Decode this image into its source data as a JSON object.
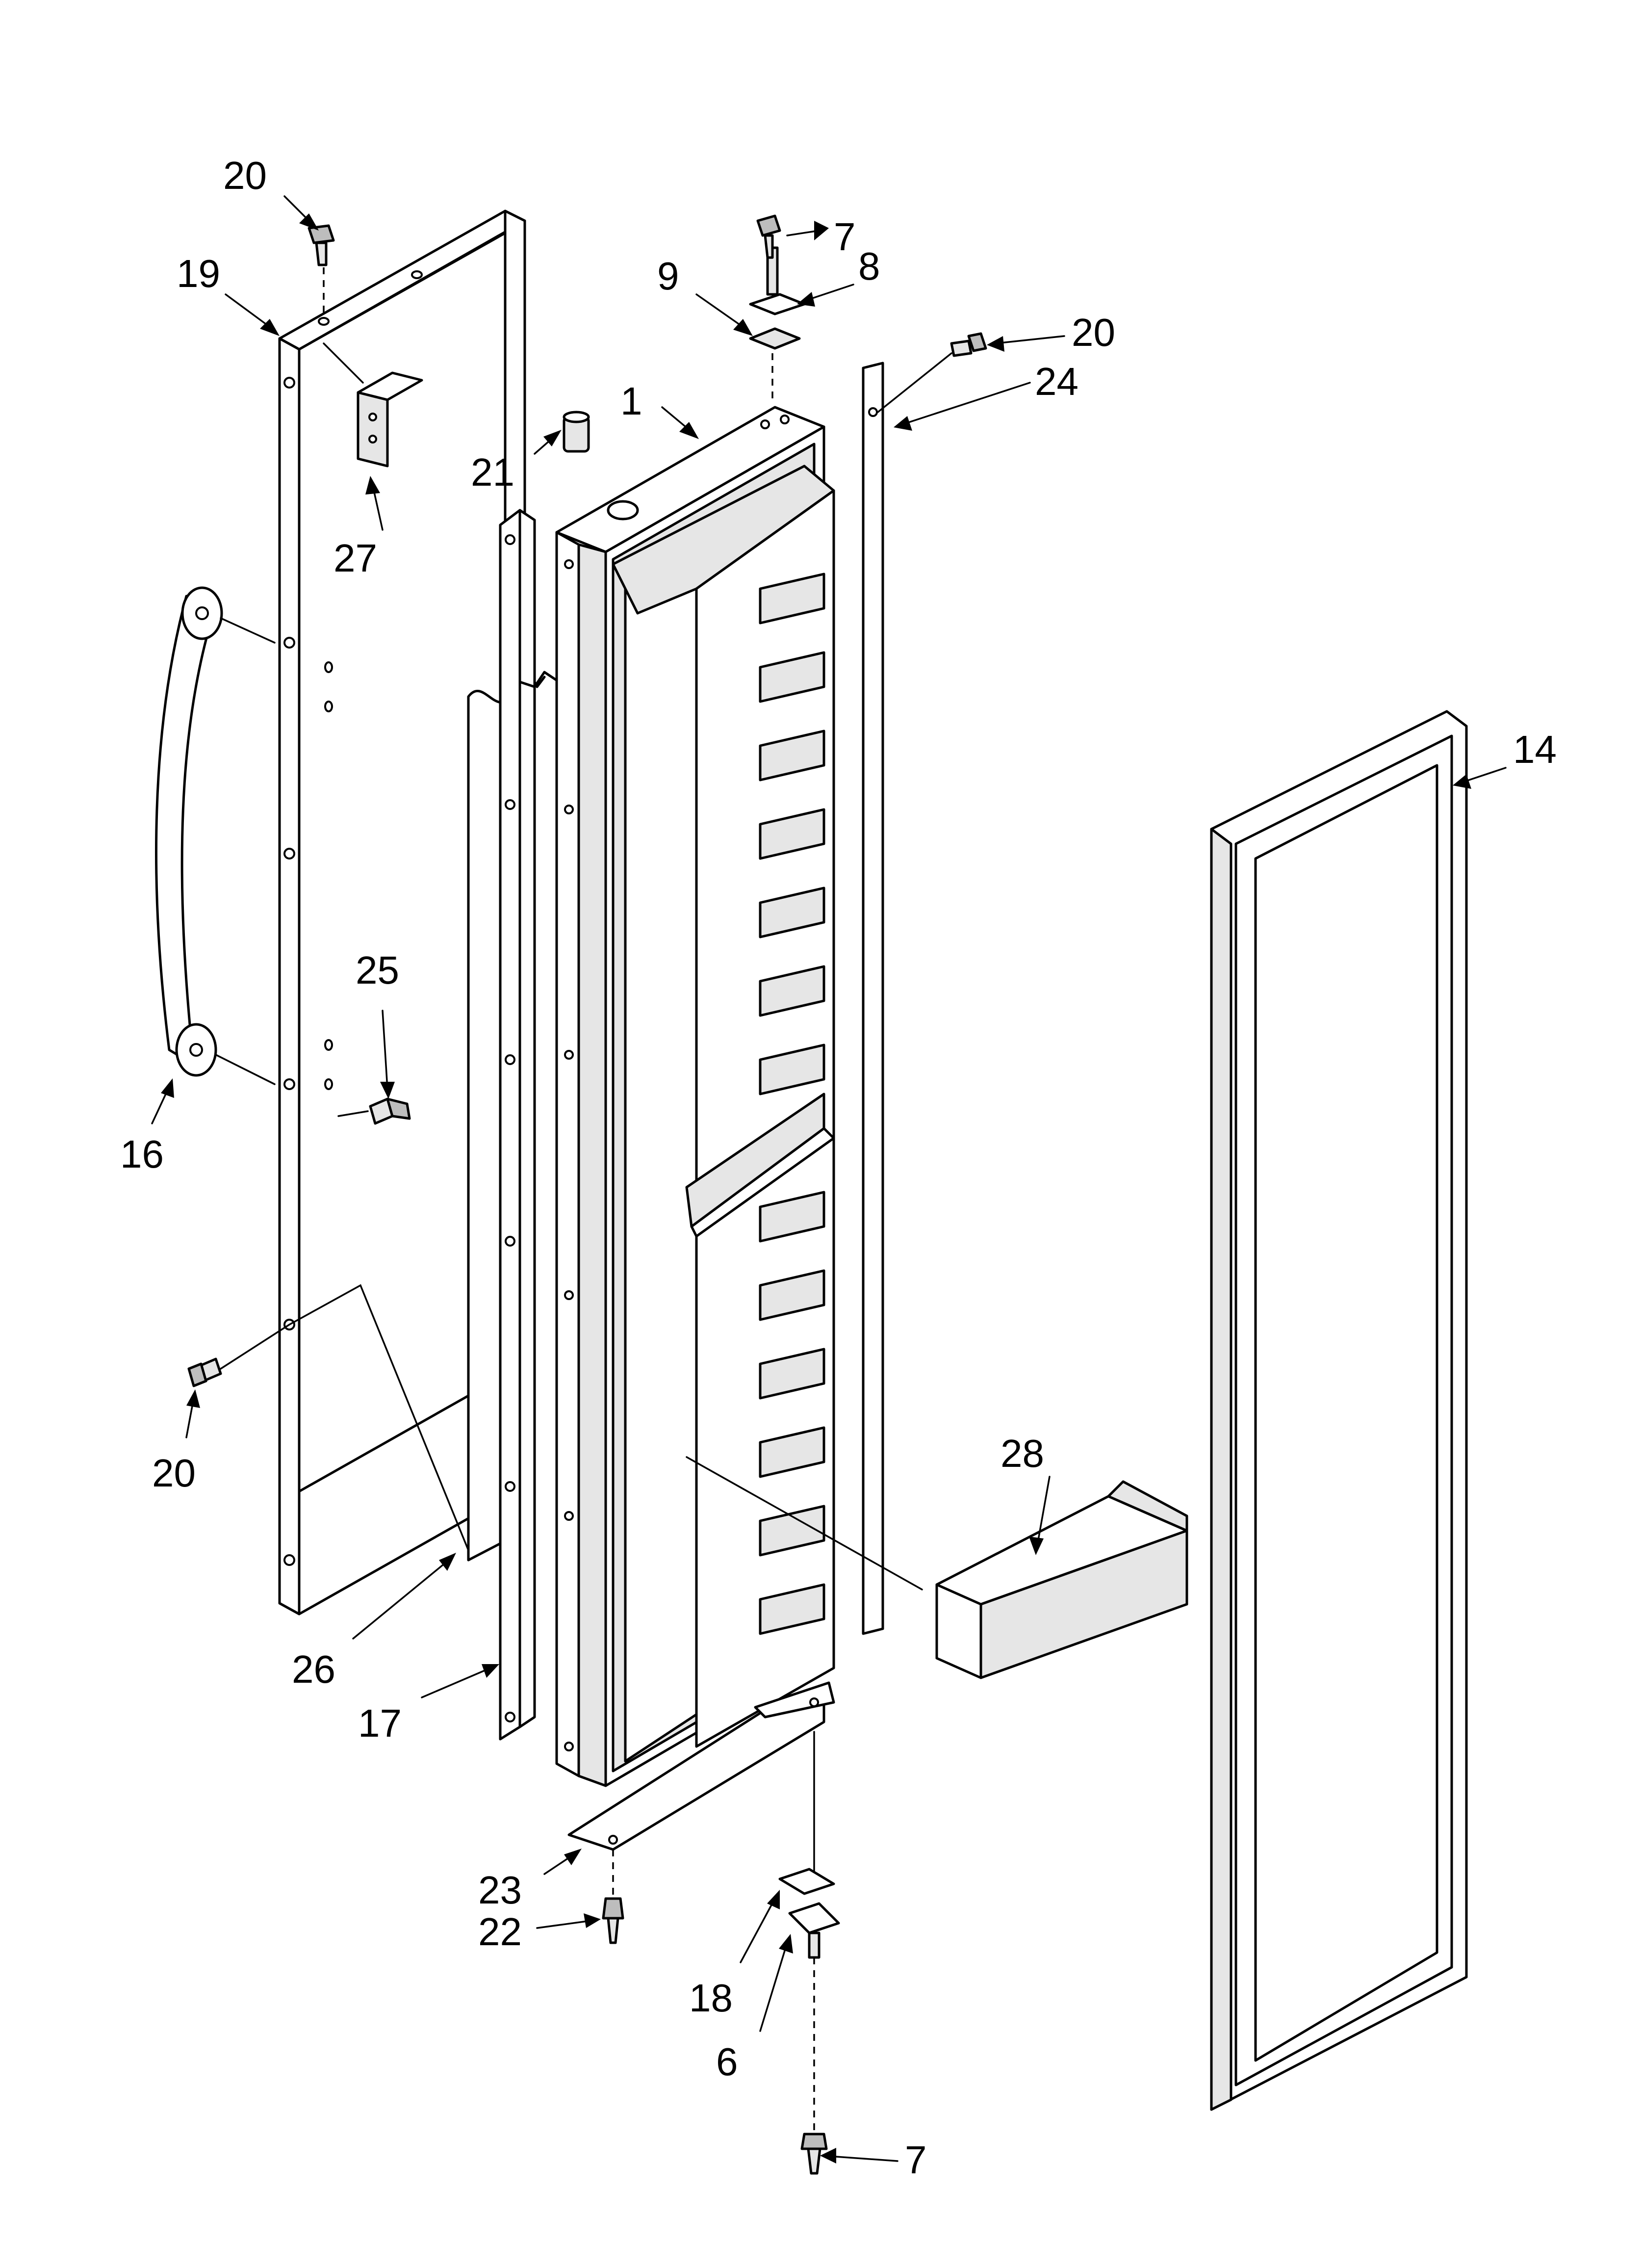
{
  "callouts": {
    "c1": "1",
    "c6": "6",
    "c7a": "7",
    "c7b": "7",
    "c8": "8",
    "c9": "9",
    "c14": "14",
    "c16": "16",
    "c17": "17",
    "c18": "18",
    "c19": "19",
    "c20a": "20",
    "c20b": "20",
    "c20c": "20",
    "c21": "21",
    "c22": "22",
    "c23": "23",
    "c24": "24",
    "c25": "25",
    "c26": "26",
    "c27": "27",
    "c28": "28"
  }
}
